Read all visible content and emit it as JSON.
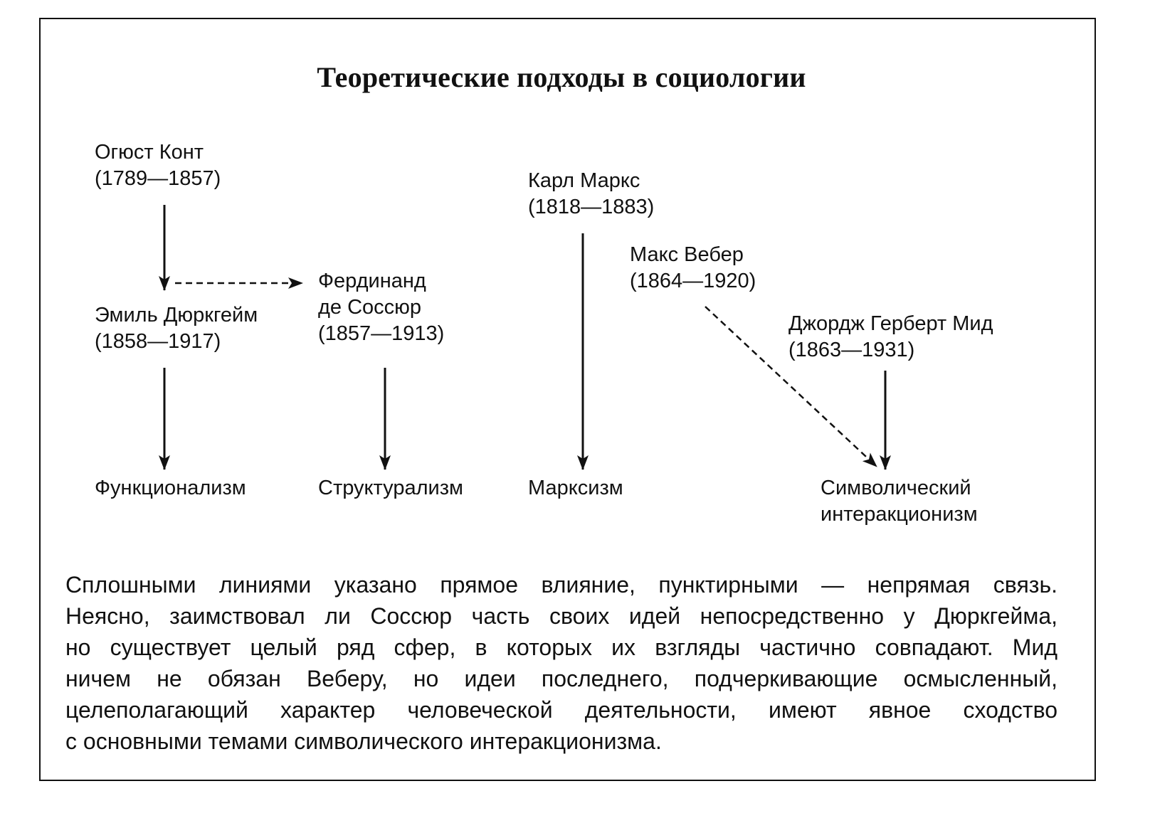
{
  "title": "Теоретические подходы в социологии",
  "thinkers": {
    "comte": {
      "name": "Огюст Конт",
      "years": "(1789—1857)"
    },
    "durkheim": {
      "name": "Эмиль Дюркгейм",
      "years": "(1858—1917)"
    },
    "saussure": {
      "name_line1": "Фердинанд",
      "name_line2": "де Соссюр",
      "years": "(1857—1913)"
    },
    "marx": {
      "name": "Карл Маркс",
      "years": "(1818—1883)"
    },
    "weber": {
      "name": "Макс Вебер",
      "years": "(1864—1920)"
    },
    "mead": {
      "name": "Джордж Герберт  Мид",
      "years": "(1863—1931)"
    }
  },
  "schools": {
    "functionalism": "Функционализм",
    "structuralism": "Структурализм",
    "marxism": "Марксизм",
    "symbolic_line1": "Символический",
    "symbolic_line2": "интеракционизм"
  },
  "caption_lines": [
    "Сплошными линиями указано прямое влияние, пунктирными — непрямая связь.",
    "Неясно, заимствовал ли Соссюр часть своих идей непосредственно у Дюркгейма,",
    "но существует целый ряд сфер, в которых их взгляды частично совпадают. Мид",
    "ничем не обязан Веберу, но идеи последнего, подчеркивающие осмысленный,",
    "целеполагающий характер человеческой деятельности, имеют явное сходство",
    "с основными темами символического интеракционизма."
  ]
}
